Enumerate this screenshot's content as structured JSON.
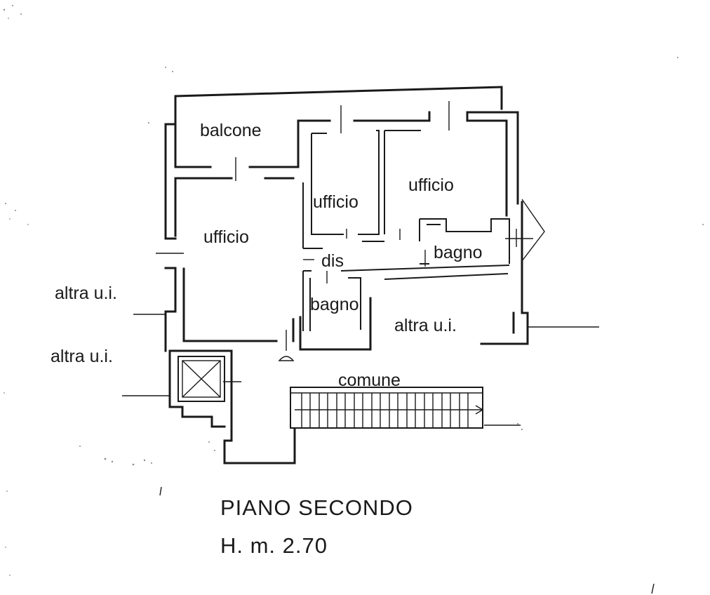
{
  "rooms": {
    "balcone": "balcone",
    "ufficio_left": "ufficio",
    "ufficio_mid": "ufficio",
    "ufficio_right": "ufficio",
    "dis": "dis",
    "bagno_right": "bagno",
    "bagno_left": "bagno",
    "comune": "comune"
  },
  "neighbors": {
    "altra_left_1": "altra u.i.",
    "altra_left_2": "altra u.i.",
    "altra_right": "altra u.i."
  },
  "caption": {
    "floor": "PIANO SECONDO",
    "height": "H. m. 2.70"
  }
}
